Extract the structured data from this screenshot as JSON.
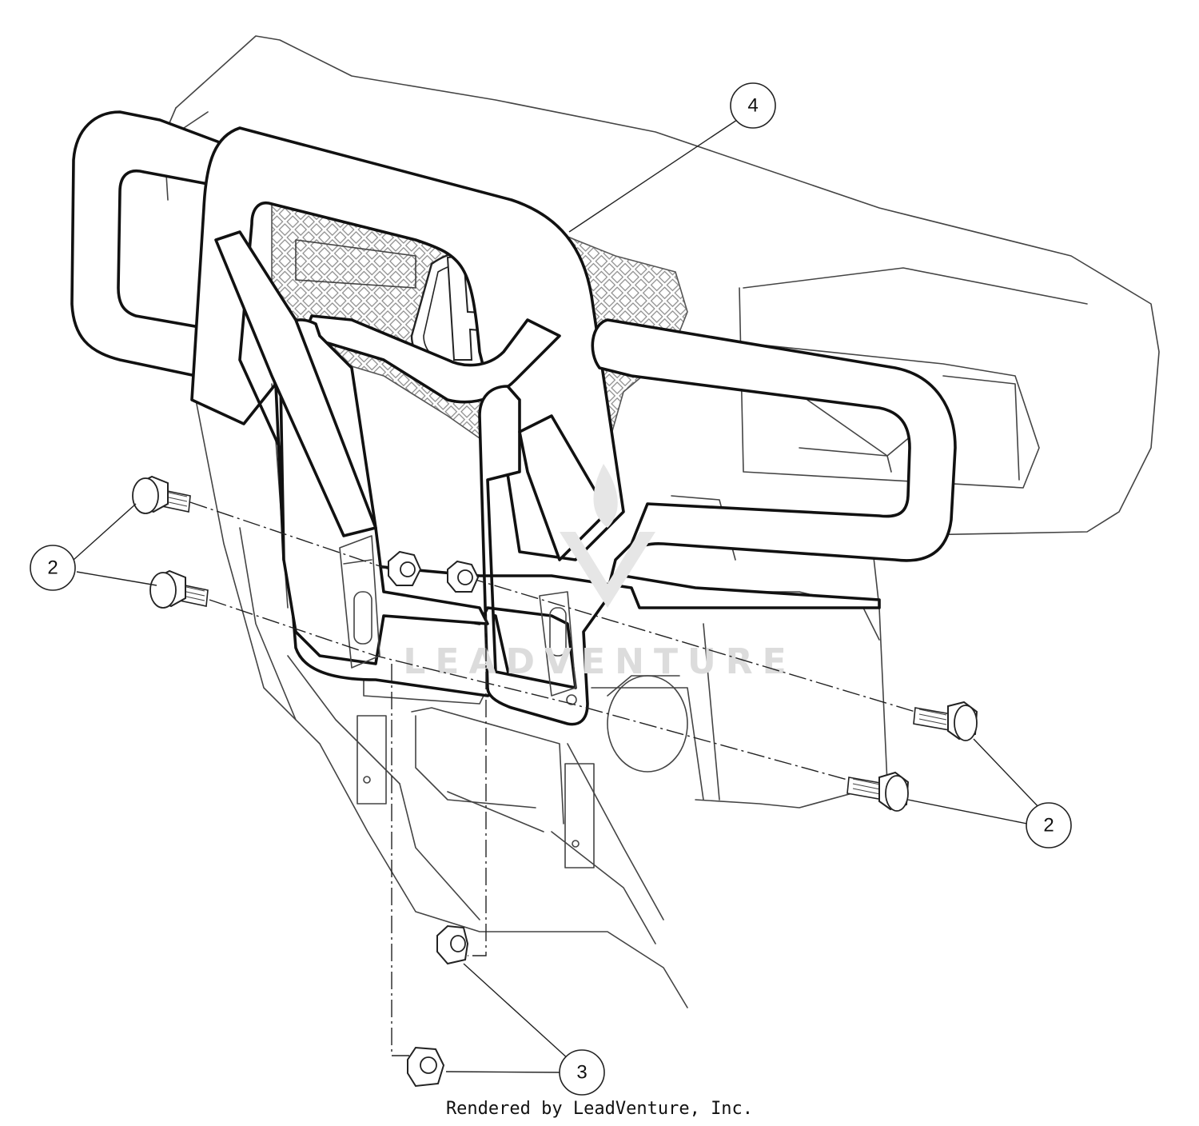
{
  "callouts": [
    {
      "label": "4"
    },
    {
      "label": "2"
    },
    {
      "label": "2"
    },
    {
      "label": "3"
    }
  ],
  "watermark": "LEADVENTURE",
  "footer": "Rendered by LeadVenture, Inc."
}
